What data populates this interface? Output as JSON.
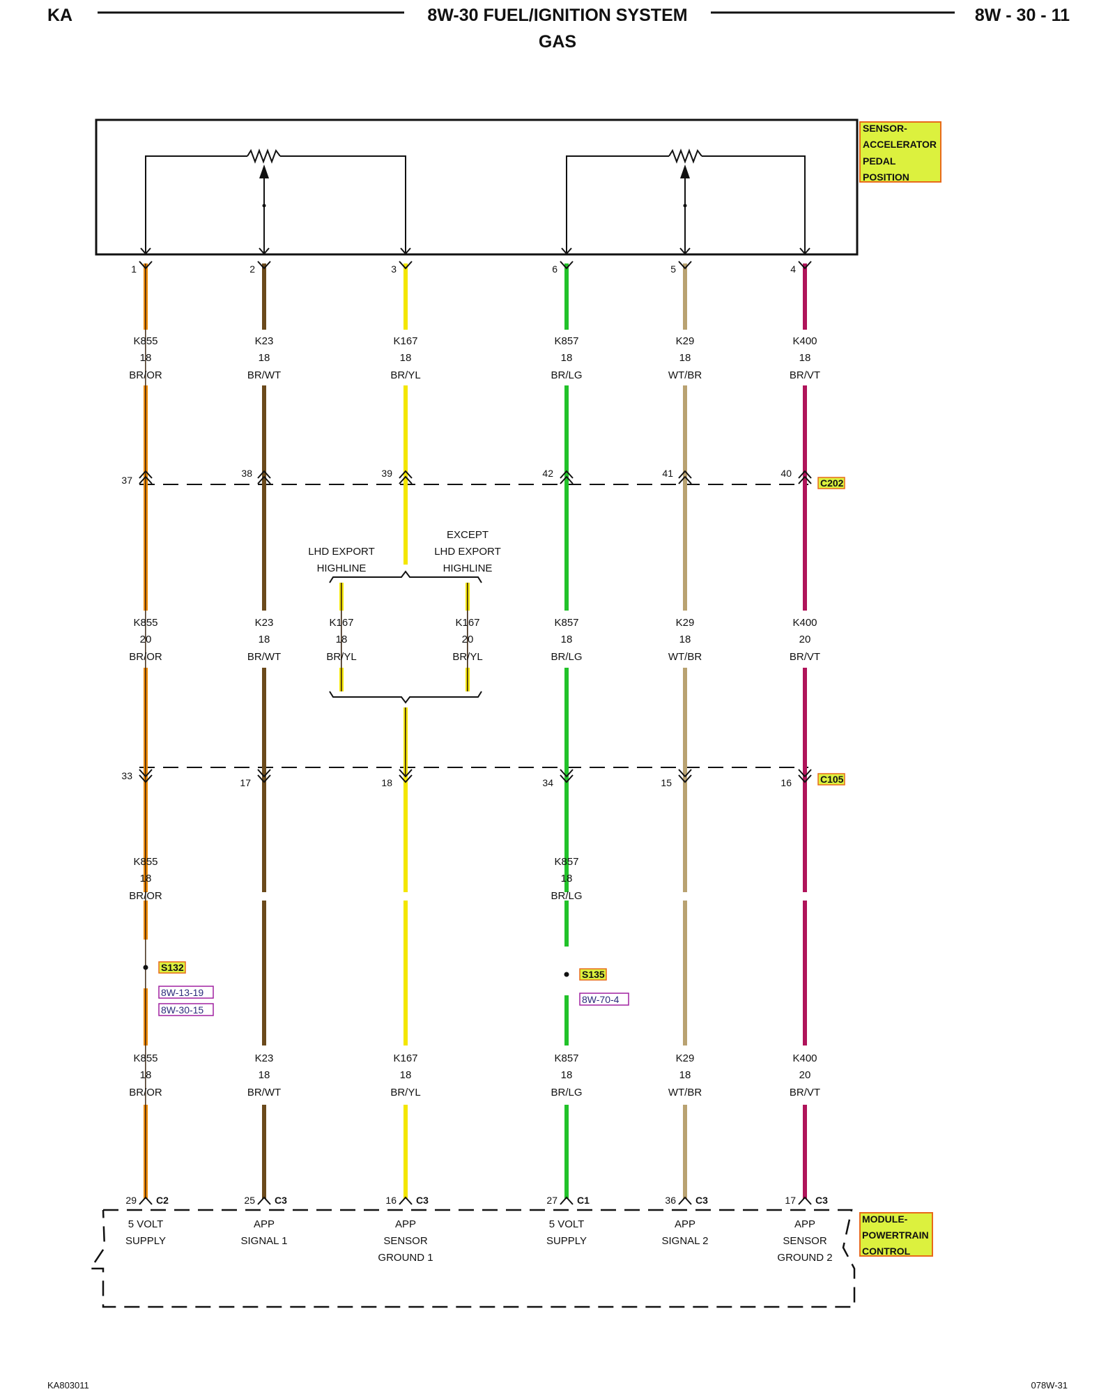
{
  "header": {
    "left": "KA",
    "title": "8W-30 FUEL/IGNITION SYSTEM",
    "subtitle": "GAS",
    "right": "8W - 30 - 11"
  },
  "components": {
    "sensor": [
      "SENSOR-",
      "ACCELERATOR",
      "PEDAL",
      "POSITION"
    ],
    "module": [
      "MODULE-",
      "POWERTRAIN",
      "CONTROL"
    ]
  },
  "connectors": {
    "c202": "C202",
    "c105": "C105"
  },
  "splices": {
    "s132": {
      "name": "S132",
      "refs": [
        "8W-13-19",
        "8W-30-15"
      ]
    },
    "s135": {
      "name": "S135",
      "refs": [
        "8W-70-4"
      ]
    }
  },
  "variants": {
    "left": [
      "LHD EXPORT",
      "HIGHLINE"
    ],
    "right": [
      "EXCEPT",
      "LHD EXPORT",
      "HIGHLINE"
    ]
  },
  "circuits": [
    {
      "sensor_pin": "1",
      "c202_pin": "37",
      "c105_pin": "33",
      "seg1": [
        "K855",
        "18",
        "BR/OR"
      ],
      "seg2": [
        "K855",
        "20",
        "BR/OR"
      ],
      "seg3": [
        "K855",
        "18",
        "BR/OR"
      ],
      "seg4": [
        "K855",
        "18",
        "BR/OR"
      ],
      "pcm_pin": "29",
      "pcm_conn": "C2",
      "function": [
        "5 VOLT",
        "SUPPLY"
      ]
    },
    {
      "sensor_pin": "2",
      "c202_pin": "38",
      "c105_pin": "17",
      "seg1": [
        "K23",
        "18",
        "BR/WT"
      ],
      "seg2": [
        "K23",
        "18",
        "BR/WT"
      ],
      "seg4": [
        "K23",
        "18",
        "BR/WT"
      ],
      "pcm_pin": "25",
      "pcm_conn": "C3",
      "function": [
        "APP",
        "SIGNAL 1"
      ]
    },
    {
      "sensor_pin": "3",
      "c202_pin": "39",
      "c105_pin": "18",
      "seg1": [
        "K167",
        "18",
        "BR/YL"
      ],
      "seg2a": [
        "K167",
        "18",
        "BR/YL"
      ],
      "seg2b": [
        "K167",
        "20",
        "BR/YL"
      ],
      "seg4": [
        "K167",
        "18",
        "BR/YL"
      ],
      "pcm_pin": "16",
      "pcm_conn": "C3",
      "function": [
        "APP",
        "SENSOR",
        "GROUND 1"
      ]
    },
    {
      "sensor_pin": "6",
      "c202_pin": "42",
      "c105_pin": "34",
      "seg1": [
        "K857",
        "18",
        "BR/LG"
      ],
      "seg2": [
        "K857",
        "18",
        "BR/LG"
      ],
      "seg3": [
        "K857",
        "18",
        "BR/LG"
      ],
      "seg4": [
        "K857",
        "18",
        "BR/LG"
      ],
      "pcm_pin": "27",
      "pcm_conn": "C1",
      "function": [
        "5 VOLT",
        "SUPPLY"
      ]
    },
    {
      "sensor_pin": "5",
      "c202_pin": "41",
      "c105_pin": "15",
      "seg1": [
        "K29",
        "18",
        "WT/BR"
      ],
      "seg2": [
        "K29",
        "18",
        "WT/BR"
      ],
      "seg4": [
        "K29",
        "18",
        "WT/BR"
      ],
      "pcm_pin": "36",
      "pcm_conn": "C3",
      "function": [
        "APP",
        "SIGNAL 2"
      ]
    },
    {
      "sensor_pin": "4",
      "c202_pin": "40",
      "c105_pin": "16",
      "seg1": [
        "K400",
        "18",
        "BR/VT"
      ],
      "seg2": [
        "K400",
        "20",
        "BR/VT"
      ],
      "seg4": [
        "K400",
        "20",
        "BR/VT"
      ],
      "pcm_pin": "17",
      "pcm_conn": "C3",
      "function": [
        "APP",
        "SENSOR",
        "GROUND 2"
      ]
    }
  ],
  "wire_colors": {
    "BR/OR": "#f08a00",
    "BR/WT": "#6b4a1c",
    "BR/YL": "#f3e600",
    "BR/LG": "#22c22a",
    "WT/BR": "#b9a271",
    "BR/VT": "#b0145a",
    "stripe": "#3a2410",
    "highlight": "#dcf13e",
    "highlight_border": "#e86a1a"
  },
  "footer": {
    "left": "KA803011",
    "right": "078W-31"
  }
}
